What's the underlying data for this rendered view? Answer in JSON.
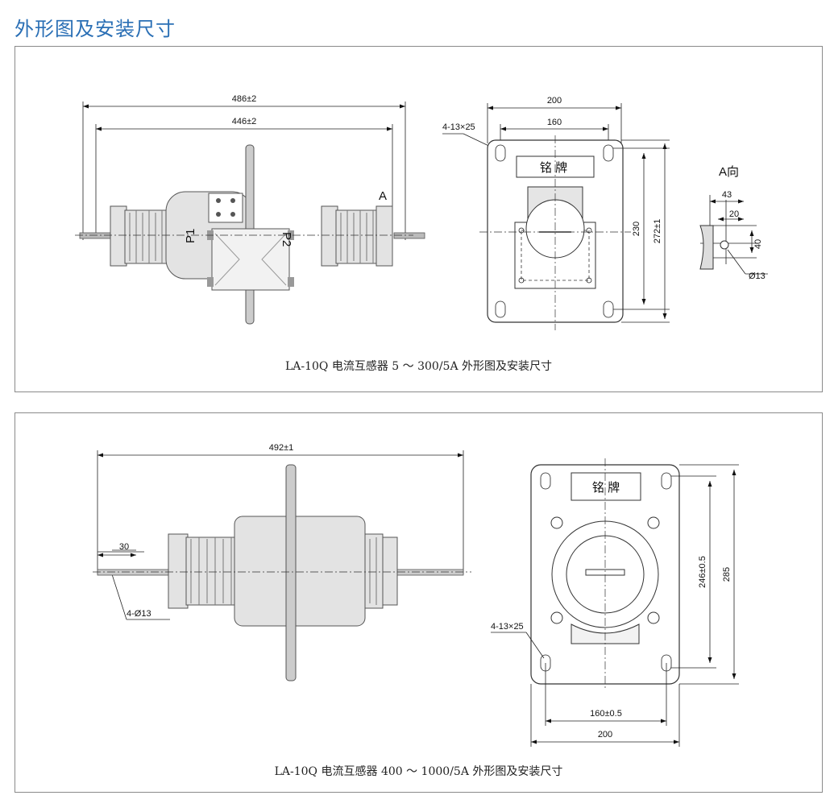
{
  "page": {
    "title": "外形图及安装尺寸"
  },
  "top_panel": {
    "caption": "LA-10Q 电流互感器 5 ～ 300/5A 外形图及安装尺寸",
    "dims": {
      "overall": "486±2",
      "inner": "446±2",
      "width_200": "200",
      "width_160": "160",
      "holes": "4-13×25",
      "height_230": "230",
      "height_272": "272±1",
      "a_dim_43": "43",
      "a_dim_20": "20",
      "a_dim_40": "40",
      "a_dia": "Ø13"
    },
    "labels": {
      "p1": "P1",
      "p2": "P2",
      "a": "A",
      "a_view": "A向",
      "nameplate": "铭 牌"
    }
  },
  "bottom_panel": {
    "caption": "LA-10Q 电流互感器 400 ～ 1000/5A 外形图及安装尺寸",
    "dims": {
      "overall": "492±1",
      "d30": "30",
      "holes_side": "4-Ø13",
      "holes": "4-13×25",
      "height_246": "246±0.5",
      "height_285": "285",
      "width_160": "160±0.5",
      "width_200": "200"
    },
    "labels": {
      "nameplate": "铭 牌"
    }
  }
}
